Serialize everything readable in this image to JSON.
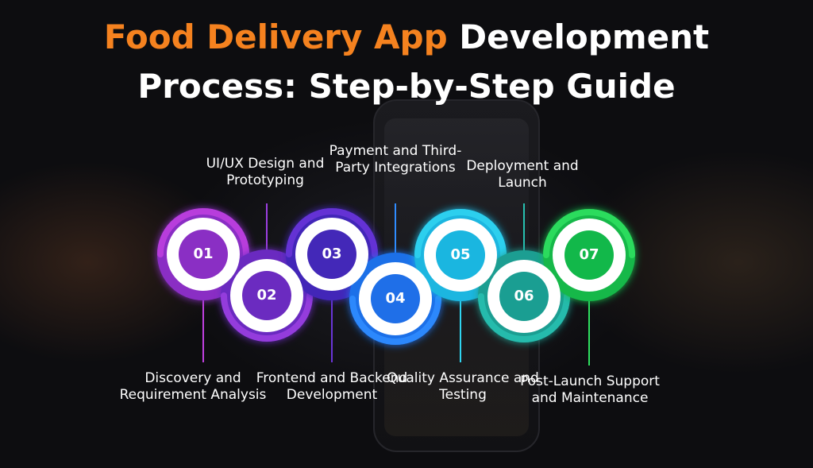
{
  "title": {
    "highlight": "Food Delivery App",
    "line1_rest": " Development",
    "line2": "Process: Step-by-Step Guide"
  },
  "colors": {
    "accent": "#f5821f",
    "text": "#ffffff"
  },
  "steps": [
    {
      "number": "01",
      "label": "Discovery and Requirement Analysis",
      "color": "#8a2fc4",
      "accent": "#c040e0"
    },
    {
      "number": "02",
      "label": "UI/UX Design and Prototyping",
      "color": "#6b2bc0",
      "accent": "#9b3fe0"
    },
    {
      "number": "03",
      "label": "Frontend and Backend Development",
      "color": "#4328b8",
      "accent": "#6a35d8"
    },
    {
      "number": "04",
      "label": "Payment and Third-Party Integrations",
      "color": "#1f6fe8",
      "accent": "#2f8cff"
    },
    {
      "number": "05",
      "label": "Quality Assurance and Testing",
      "color": "#1ab6e0",
      "accent": "#2fd4f0"
    },
    {
      "number": "06",
      "label": "Deployment and Launch",
      "color": "#1a9e92",
      "accent": "#27c0b0"
    },
    {
      "number": "07",
      "label": "Post-Launch Support and Maintenance",
      "color": "#12b84a",
      "accent": "#2fe060"
    }
  ]
}
